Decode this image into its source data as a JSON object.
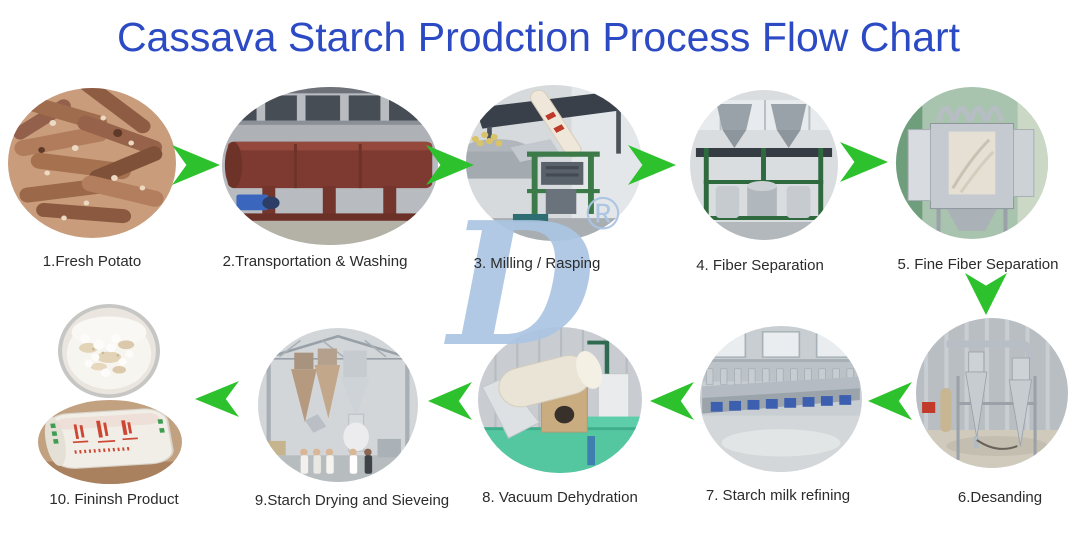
{
  "title": "Cassava Starch Prodction Process Flow Chart",
  "watermark": {
    "letter": "D",
    "registered_mark": "®"
  },
  "colors": {
    "title_blue": "#2b4ac4",
    "arrow_green": "#2dc22d",
    "watermark_blue": "#abc5e3",
    "label_dark": "#2b2b2b"
  },
  "steps": [
    {
      "label": "1.Fresh Potato",
      "photo": "pile of fresh cassava roots"
    },
    {
      "label": "2.Transportation & Washing",
      "photo": "paddle drum washing machine"
    },
    {
      "label": "3. Milling / Rasping",
      "photo": "rasper milling machine with feed conveyor"
    },
    {
      "label": "4. Fiber Separation",
      "photo": "centrifuge sieve frame with hoppers"
    },
    {
      "label": "5. Fine Fiber Separation",
      "photo": "fine fiber sieve cabinet with pipes"
    },
    {
      "label": "6.Desanding",
      "photo": "desanding cyclone unit"
    },
    {
      "label": "7. Starch milk refining",
      "photo": "hydrocyclone refining station row"
    },
    {
      "label": "8. Vacuum Dehydration",
      "photo": "vacuum filter dehydrator drum"
    },
    {
      "label": "9.Starch Drying and Sieveing",
      "photo": "flash dryer cyclones in workshop"
    },
    {
      "label": "10. Fininsh Product",
      "photo": "starch powder and packed starch bag"
    }
  ]
}
